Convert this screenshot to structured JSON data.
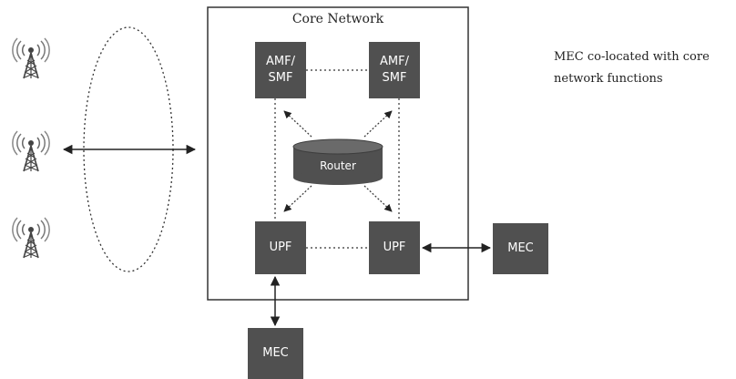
{
  "core_network": {
    "title": "Core Network"
  },
  "nodes": {
    "amf_left": "AMF/\nSMF",
    "amf_right": "AMF/\nSMF",
    "router": "Router",
    "upf_left": "UPF",
    "upf_right": "UPF",
    "mec_right": "MEC",
    "mec_bottom": "MEC"
  },
  "note": {
    "line1": "MEC co-located with core",
    "line2": "network functions"
  },
  "icons": {
    "antenna": "cell-tower-icon"
  },
  "colors": {
    "node_fill": "#505050",
    "line": "#222222"
  }
}
